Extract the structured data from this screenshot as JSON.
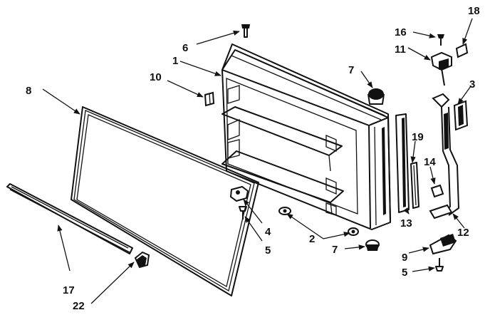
{
  "callouts": [
    {
      "id": "c1",
      "text": "1"
    },
    {
      "id": "c2",
      "text": "2"
    },
    {
      "id": "c3",
      "text": "3"
    },
    {
      "id": "c4",
      "text": "4"
    },
    {
      "id": "c5a",
      "text": "5"
    },
    {
      "id": "c5b",
      "text": "5"
    },
    {
      "id": "c6",
      "text": "6"
    },
    {
      "id": "c7a",
      "text": "7"
    },
    {
      "id": "c7b",
      "text": "7"
    },
    {
      "id": "c8",
      "text": "8"
    },
    {
      "id": "c9",
      "text": "9"
    },
    {
      "id": "c10",
      "text": "10"
    },
    {
      "id": "c11",
      "text": "11"
    },
    {
      "id": "c12",
      "text": "12"
    },
    {
      "id": "c13",
      "text": "13"
    },
    {
      "id": "c14",
      "text": "14"
    },
    {
      "id": "c16",
      "text": "16"
    },
    {
      "id": "c17",
      "text": "17"
    },
    {
      "id": "c18",
      "text": "18"
    },
    {
      "id": "c19",
      "text": "19"
    },
    {
      "id": "c22",
      "text": "22"
    }
  ]
}
